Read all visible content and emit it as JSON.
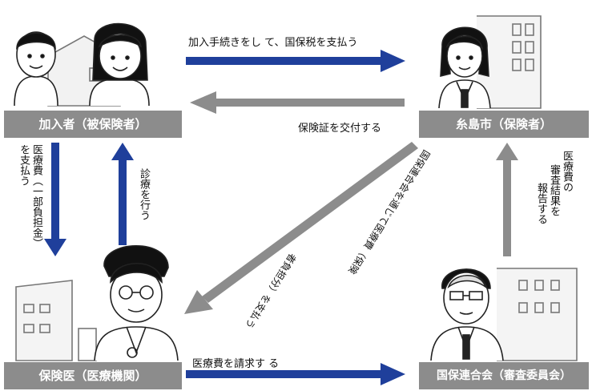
{
  "nodes": {
    "member": "加入者（被保険者）",
    "city": "糸島市（保険者）",
    "doctor": "保険医（医療機関）",
    "kokuho": "国保連合会（審査委員会）"
  },
  "flows": {
    "pay_tax": "加入手続きをし て、国保税を支払う",
    "issue_card": "保険証を交付する",
    "bill": "医療費を請求す る",
    "copay_line1": "を支払う",
    "copay_line2": "医療費（一部負担金）",
    "treatment": "診療を行う",
    "report_line1": "医療費の",
    "report_line2": "審査結果を",
    "report_line3": "報告する",
    "pay_doctor_line1": "国保連合会を通じて医療費（保険",
    "pay_doctor_line2": "者負担分）を支払う"
  },
  "colors": {
    "arrow_blue": "#1f3f9b",
    "arrow_gray": "#8c8c8c",
    "box_fill": "#8c8c8c",
    "box_text": "#ffffff"
  }
}
